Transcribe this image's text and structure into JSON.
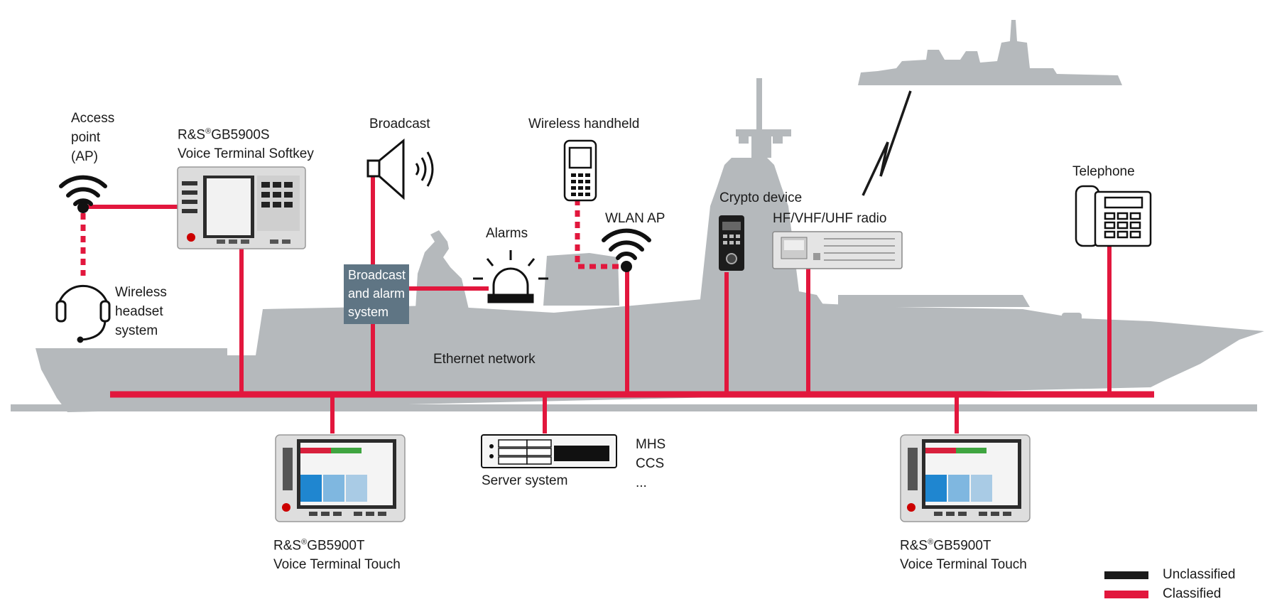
{
  "labels": {
    "access_point": [
      "Access",
      "point",
      "(AP)"
    ],
    "softkey_name_prefix": "R&S",
    "softkey_name_suffix": "GB5900S",
    "softkey_desc": "Voice Terminal Softkey",
    "broadcast": "Broadcast",
    "wireless_handheld": "Wireless handheld",
    "alarms": "Alarms",
    "wlan_ap": "WLAN AP",
    "crypto_device": "Crypto device",
    "radio": "HF/VHF/UHF radio",
    "telephone": "Telephone",
    "wireless_headset": [
      "Wireless",
      "headset",
      "system"
    ],
    "broadcast_alarm_system": [
      "Broadcast",
      "and alarm",
      "system"
    ],
    "ethernet_network": "Ethernet network",
    "touch_name_prefix": "R&S",
    "touch_name_suffix": "GB5900T",
    "touch_desc": "Voice Terminal Touch",
    "registered_mark": "®",
    "server_system": "Server system",
    "server_services": [
      "MHS",
      "CCS",
      "..."
    ]
  },
  "legend": [
    {
      "label": "Unclassified",
      "color": "#1a1a1a"
    },
    {
      "label": "Classified",
      "color": "#e2173d"
    }
  ],
  "colors": {
    "classified": "#e2173d",
    "unclassified": "#1a1a1a",
    "ship": "#b5b9bc",
    "box": "#5f7584"
  },
  "icons": [
    "wifi-icon",
    "headset-icon",
    "speaker-icon",
    "alarm-light-icon",
    "handheld-phone-icon",
    "crypto-device-icon",
    "radio-icon",
    "telephone-icon",
    "server-icon",
    "voice-terminal-icon",
    "ship-silhouette",
    "lightning-link-icon"
  ]
}
